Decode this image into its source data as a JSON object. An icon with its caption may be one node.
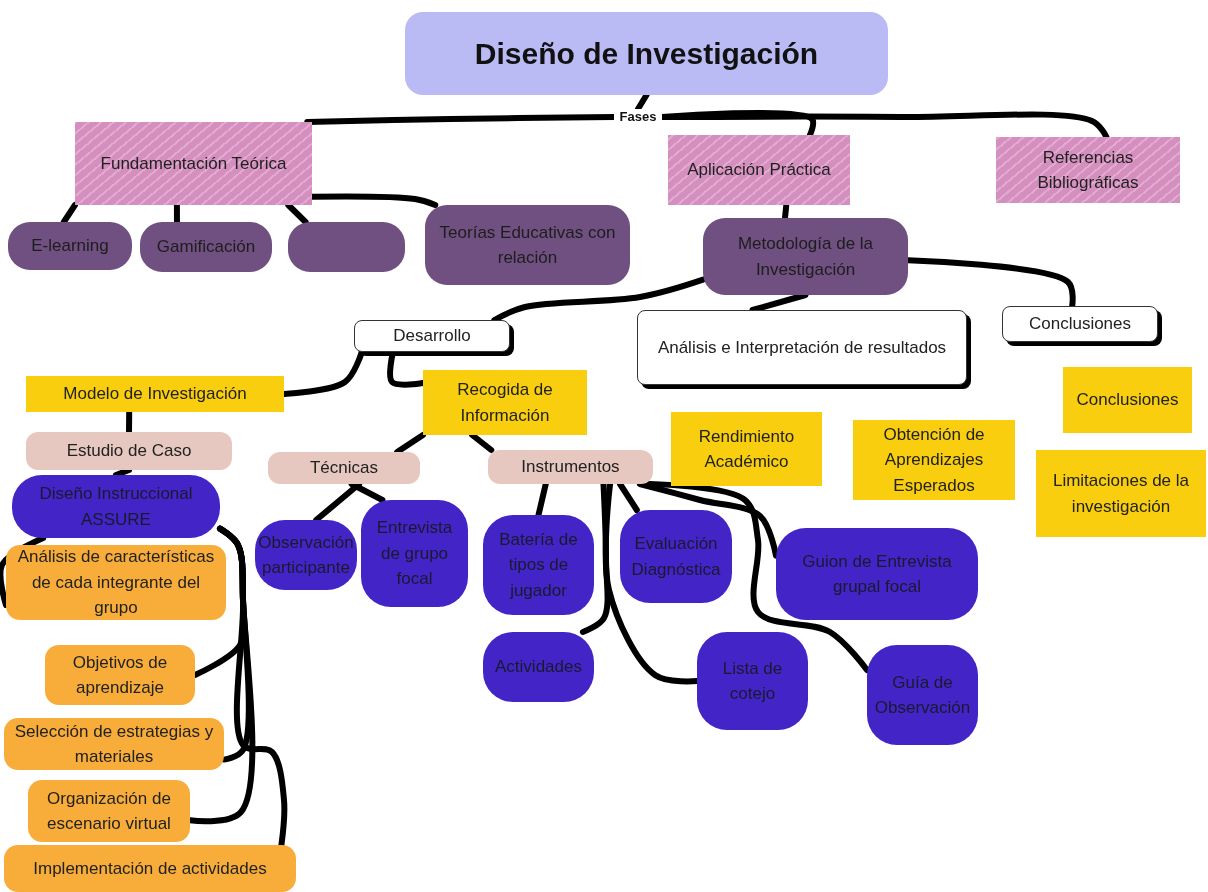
{
  "diagram": {
    "nodes": [
      {
        "text": [
          "Diseño de Investigación"
        ]
      },
      {
        "text": [
          "Fases"
        ]
      },
      {
        "text": [
          "Fundamentación Teórica"
        ]
      },
      {
        "text": [
          "Aplicación Práctica"
        ]
      },
      {
        "text": [
          "Referencias Bibliográficas"
        ]
      },
      {
        "text": [
          "E-learning"
        ]
      },
      {
        "text": [
          "Gamificación"
        ]
      },
      {
        "text": [],
        "shape": "box"
      },
      {
        "text": [
          "Teorías Educativas con relación"
        ]
      },
      {
        "text": [
          "Metodología de la Investigación"
        ]
      },
      {
        "text": [
          "Desarrollo"
        ]
      },
      {
        "text": [
          "Análisis e Interpretación de resultados"
        ]
      },
      {
        "text": [
          "Conclusiones"
        ]
      },
      {
        "text": [
          "Modelo de Investigación"
        ]
      },
      {
        "text": [
          "Recogida de Información"
        ]
      },
      {
        "text": [
          "Rendimiento Académico"
        ]
      },
      {
        "text": [
          "Obtención de Aprendizajes Esperados"
        ]
      },
      {
        "text": [
          "Conclusiones"
        ]
      },
      {
        "text": [
          "Limitaciones de la investigación"
        ]
      },
      {
        "text": [
          "Estudio de Caso"
        ]
      },
      {
        "text": [
          "Técnicas"
        ]
      },
      {
        "text": [
          "Instrumentos"
        ]
      },
      {
        "text": [
          "Diseño Instruccional ASSURE"
        ]
      },
      {
        "text": [
          "Observación participante"
        ]
      },
      {
        "text": [
          "Entrevista de grupo focal"
        ]
      },
      {
        "text": [
          "Batería de tipos de jugador"
        ]
      },
      {
        "text": [
          "Evaluación Diagnóstica"
        ]
      },
      {
        "text": [
          "Guion de Entrevista grupal focal"
        ]
      },
      {
        "text": [
          "Actividades"
        ]
      },
      {
        "text": [
          "Lista de cotejo"
        ]
      },
      {
        "text": [
          "Guía de Observación"
        ]
      },
      {
        "text": [
          "Análisis de características de cada integrante del grupo"
        ]
      },
      {
        "text": [
          "Objetivos de aprendizaje"
        ]
      },
      {
        "text": [
          "Selección de estrategias y materiales"
        ]
      },
      {
        "text": [
          "Organización de escenario virtual"
        ]
      },
      {
        "text": [
          "Implementación de actividades"
        ]
      }
    ],
    "edges": [
      {
        "from": 0,
        "to": 1,
        "arrow": "none"
      },
      {
        "from": 1,
        "to": 2,
        "arrow": "none"
      },
      {
        "from": 1,
        "to": 3,
        "arrow": "none"
      },
      {
        "from": 1,
        "to": 4,
        "arrow": "none"
      },
      {
        "from": 2,
        "to": 5,
        "arrow": "none"
      },
      {
        "from": 2,
        "to": 6,
        "arrow": "none"
      },
      {
        "from": 2,
        "to": 7,
        "arrow": "none"
      },
      {
        "from": 2,
        "to": 8,
        "arrow": "none"
      },
      {
        "from": 3,
        "to": 9,
        "arrow": "none"
      },
      {
        "from": 9,
        "to": 10,
        "arrow": "none"
      },
      {
        "from": 9,
        "to": 11,
        "arrow": "none"
      },
      {
        "from": 9,
        "to": 12,
        "arrow": "none"
      },
      {
        "from": 10,
        "to": 13,
        "arrow": "none"
      },
      {
        "from": 10,
        "to": 14,
        "arrow": "none"
      },
      {
        "from": 13,
        "to": 19,
        "arrow": "none"
      },
      {
        "from": 19,
        "to": 22,
        "arrow": "none"
      },
      {
        "from": 14,
        "to": 20,
        "arrow": "none"
      },
      {
        "from": 14,
        "to": 21,
        "arrow": "none"
      },
      {
        "from": 20,
        "to": 23,
        "arrow": "none"
      },
      {
        "from": 20,
        "to": 24,
        "arrow": "none"
      },
      {
        "from": 21,
        "to": 25,
        "arrow": "none"
      },
      {
        "from": 21,
        "to": 28,
        "arrow": "none"
      },
      {
        "from": 21,
        "to": 26,
        "arrow": "none"
      },
      {
        "from": 21,
        "to": 29,
        "arrow": "none"
      },
      {
        "from": 21,
        "to": 27,
        "arrow": "none"
      },
      {
        "from": 21,
        "to": 30,
        "arrow": "none"
      },
      {
        "from": 22,
        "to": 31,
        "arrow": "none"
      },
      {
        "from": 22,
        "to": 32,
        "arrow": "none"
      },
      {
        "from": 22,
        "to": 33,
        "arrow": "none"
      },
      {
        "from": 22,
        "to": 34,
        "arrow": "none"
      },
      {
        "from": 22,
        "to": 35,
        "arrow": "none"
      }
    ]
  }
}
